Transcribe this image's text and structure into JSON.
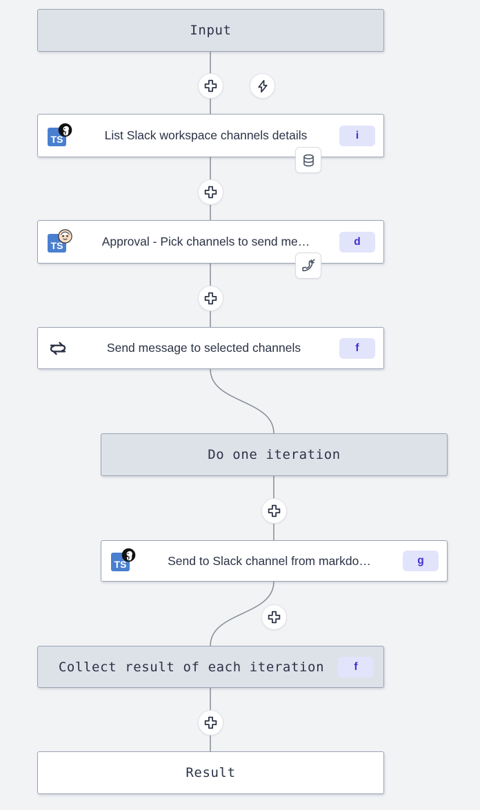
{
  "canvas": {
    "background": "#f2f3f5",
    "accent_badge_bg": "#e2e4fb",
    "accent_badge_text": "#3b2fd0",
    "shaded_node_bg": "#dde2e9",
    "node_border": "#9aa3b2",
    "ts_badge_bg": "#4a7fd0",
    "edge_color": "#8b9199"
  },
  "nodes": {
    "input": {
      "label": "Input"
    },
    "list_channels": {
      "label": "List Slack workspace channels details",
      "id_badge": "i",
      "lang": "TS",
      "overlay_icon": "deno-icon",
      "corner_tag_icon": "database-icon"
    },
    "approval": {
      "label": "Approval - Pick channels to send me…",
      "id_badge": "d",
      "lang": "TS",
      "overlay_icon": "baby-face-icon",
      "corner_tag_icon": "phone-incoming-icon"
    },
    "forloop": {
      "label": "Send message to selected channels",
      "id_badge": "f",
      "icon": "loop-icon"
    },
    "do_one_iteration": {
      "label": "Do one iteration"
    },
    "send_markdown": {
      "label": "Send to Slack channel from markdo…",
      "id_badge": "g",
      "lang": "TS",
      "overlay_icon": "deno-icon"
    },
    "collect_result": {
      "label": "Collect result of each iteration",
      "id_badge": "f"
    },
    "result": {
      "label": "Result"
    }
  },
  "edge_buttons": [
    {
      "name": "add-step-after-input",
      "icon": "plus-icon"
    },
    {
      "name": "add-trigger-after-input",
      "icon": "lightning-icon"
    },
    {
      "name": "add-step-after-list-channels",
      "icon": "plus-icon"
    },
    {
      "name": "add-step-after-approval",
      "icon": "plus-icon"
    },
    {
      "name": "add-step-in-iteration",
      "icon": "plus-icon"
    },
    {
      "name": "add-step-after-send-markdown",
      "icon": "plus-icon"
    },
    {
      "name": "add-step-before-result",
      "icon": "plus-icon"
    }
  ]
}
